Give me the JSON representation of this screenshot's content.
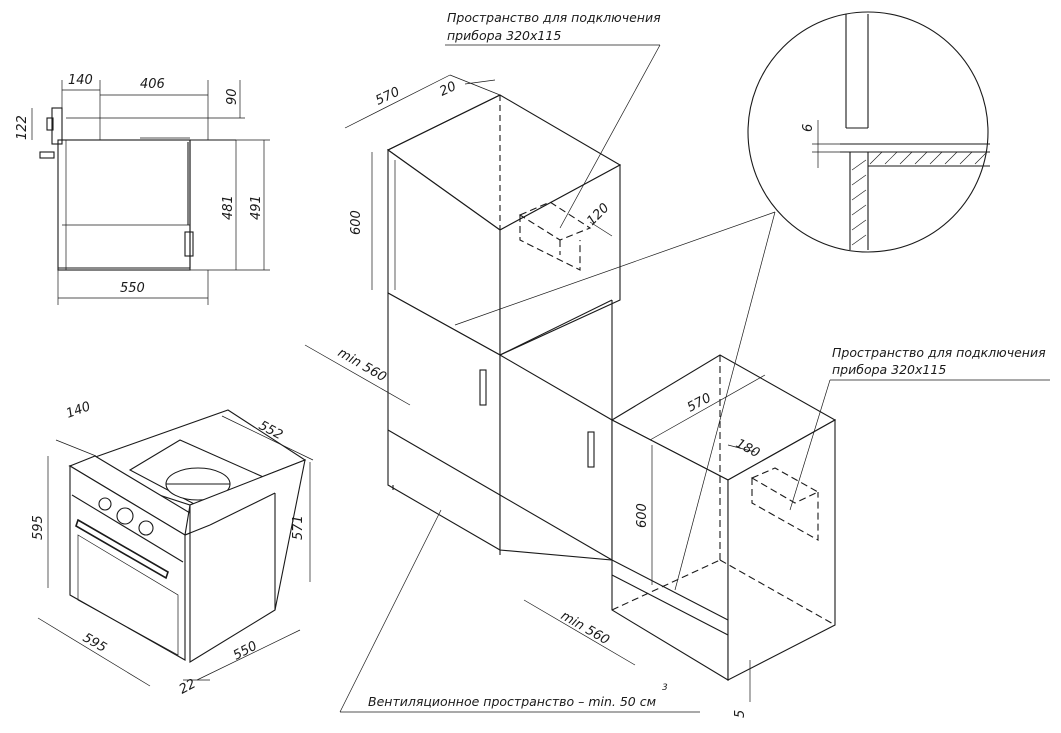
{
  "side_view": {
    "dim_top_left": "140",
    "dim_top_depth": "406",
    "dim_right_small": "90",
    "dim_left_height": "122",
    "dim_height_inner": "481",
    "dim_height_outer": "491",
    "dim_bottom_depth": "550"
  },
  "oven_iso": {
    "dim_panel": "140",
    "dim_top_depth": "552",
    "dim_height_front": "595",
    "dim_height_side": "571",
    "dim_width": "595",
    "dim_side_depth": "550",
    "dim_panel_thickness": "22"
  },
  "upper_niche": {
    "dim_width": "570",
    "dim_back_gap": "20",
    "dim_height": "600",
    "dim_cutout": "120",
    "dim_min_depth": "min 560",
    "note_line1": "Пространство для подключения",
    "note_line2": "прибора 320х115"
  },
  "lower_niche": {
    "dim_width": "570",
    "dim_cutout": "180",
    "dim_height": "600",
    "dim_min_depth": "min 560",
    "dim_bottom_gap": "5",
    "note_line1": "Пространство для подключения",
    "note_line2": "прибора 320х115"
  },
  "detail_view": {
    "dim_gap": "6"
  },
  "ventilation_note": "Вентиляционное пространство – min. 50 см",
  "ventilation_unit_power": "3"
}
